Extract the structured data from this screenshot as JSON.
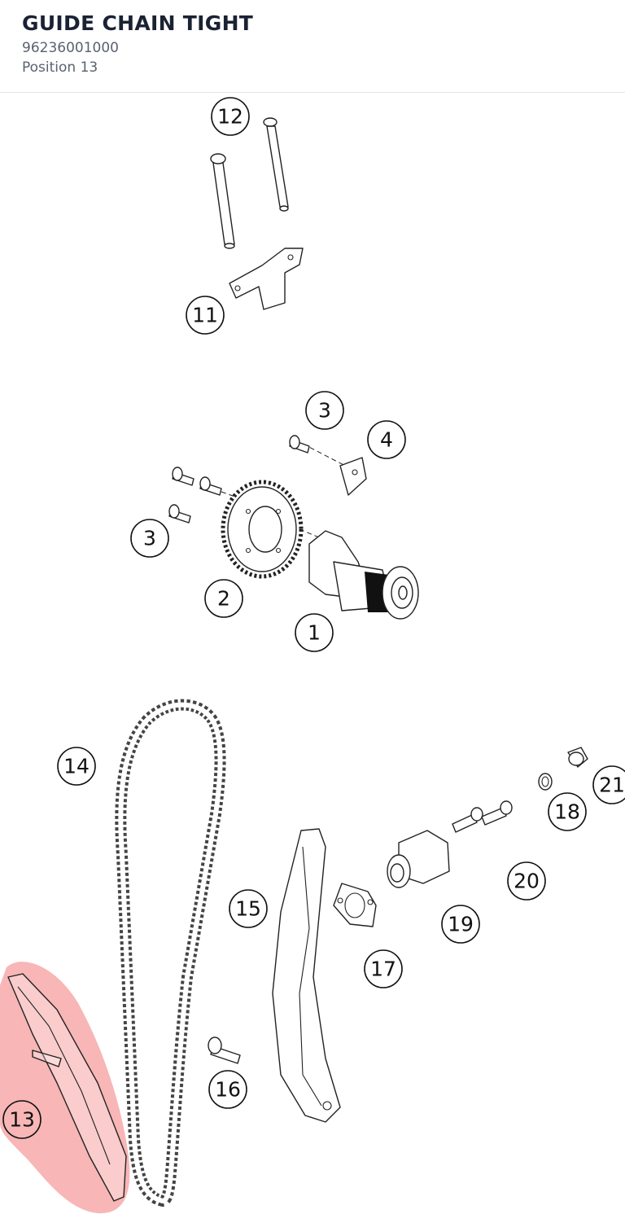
{
  "header": {
    "title": "GUIDE CHAIN TIGHT",
    "part_number": "96236001000",
    "position_label": "Position 13"
  },
  "diagram": {
    "highlight_color": "#f26d6d",
    "callouts": {
      "c12": "12",
      "c11": "11",
      "c3a": "3",
      "c4": "4",
      "c3b": "3",
      "c2": "2",
      "c1": "1",
      "c14": "14",
      "c21": "21",
      "c18": "18",
      "c20": "20",
      "c15": "15",
      "c19": "19",
      "c17": "17",
      "c16": "16",
      "c13": "13"
    }
  }
}
